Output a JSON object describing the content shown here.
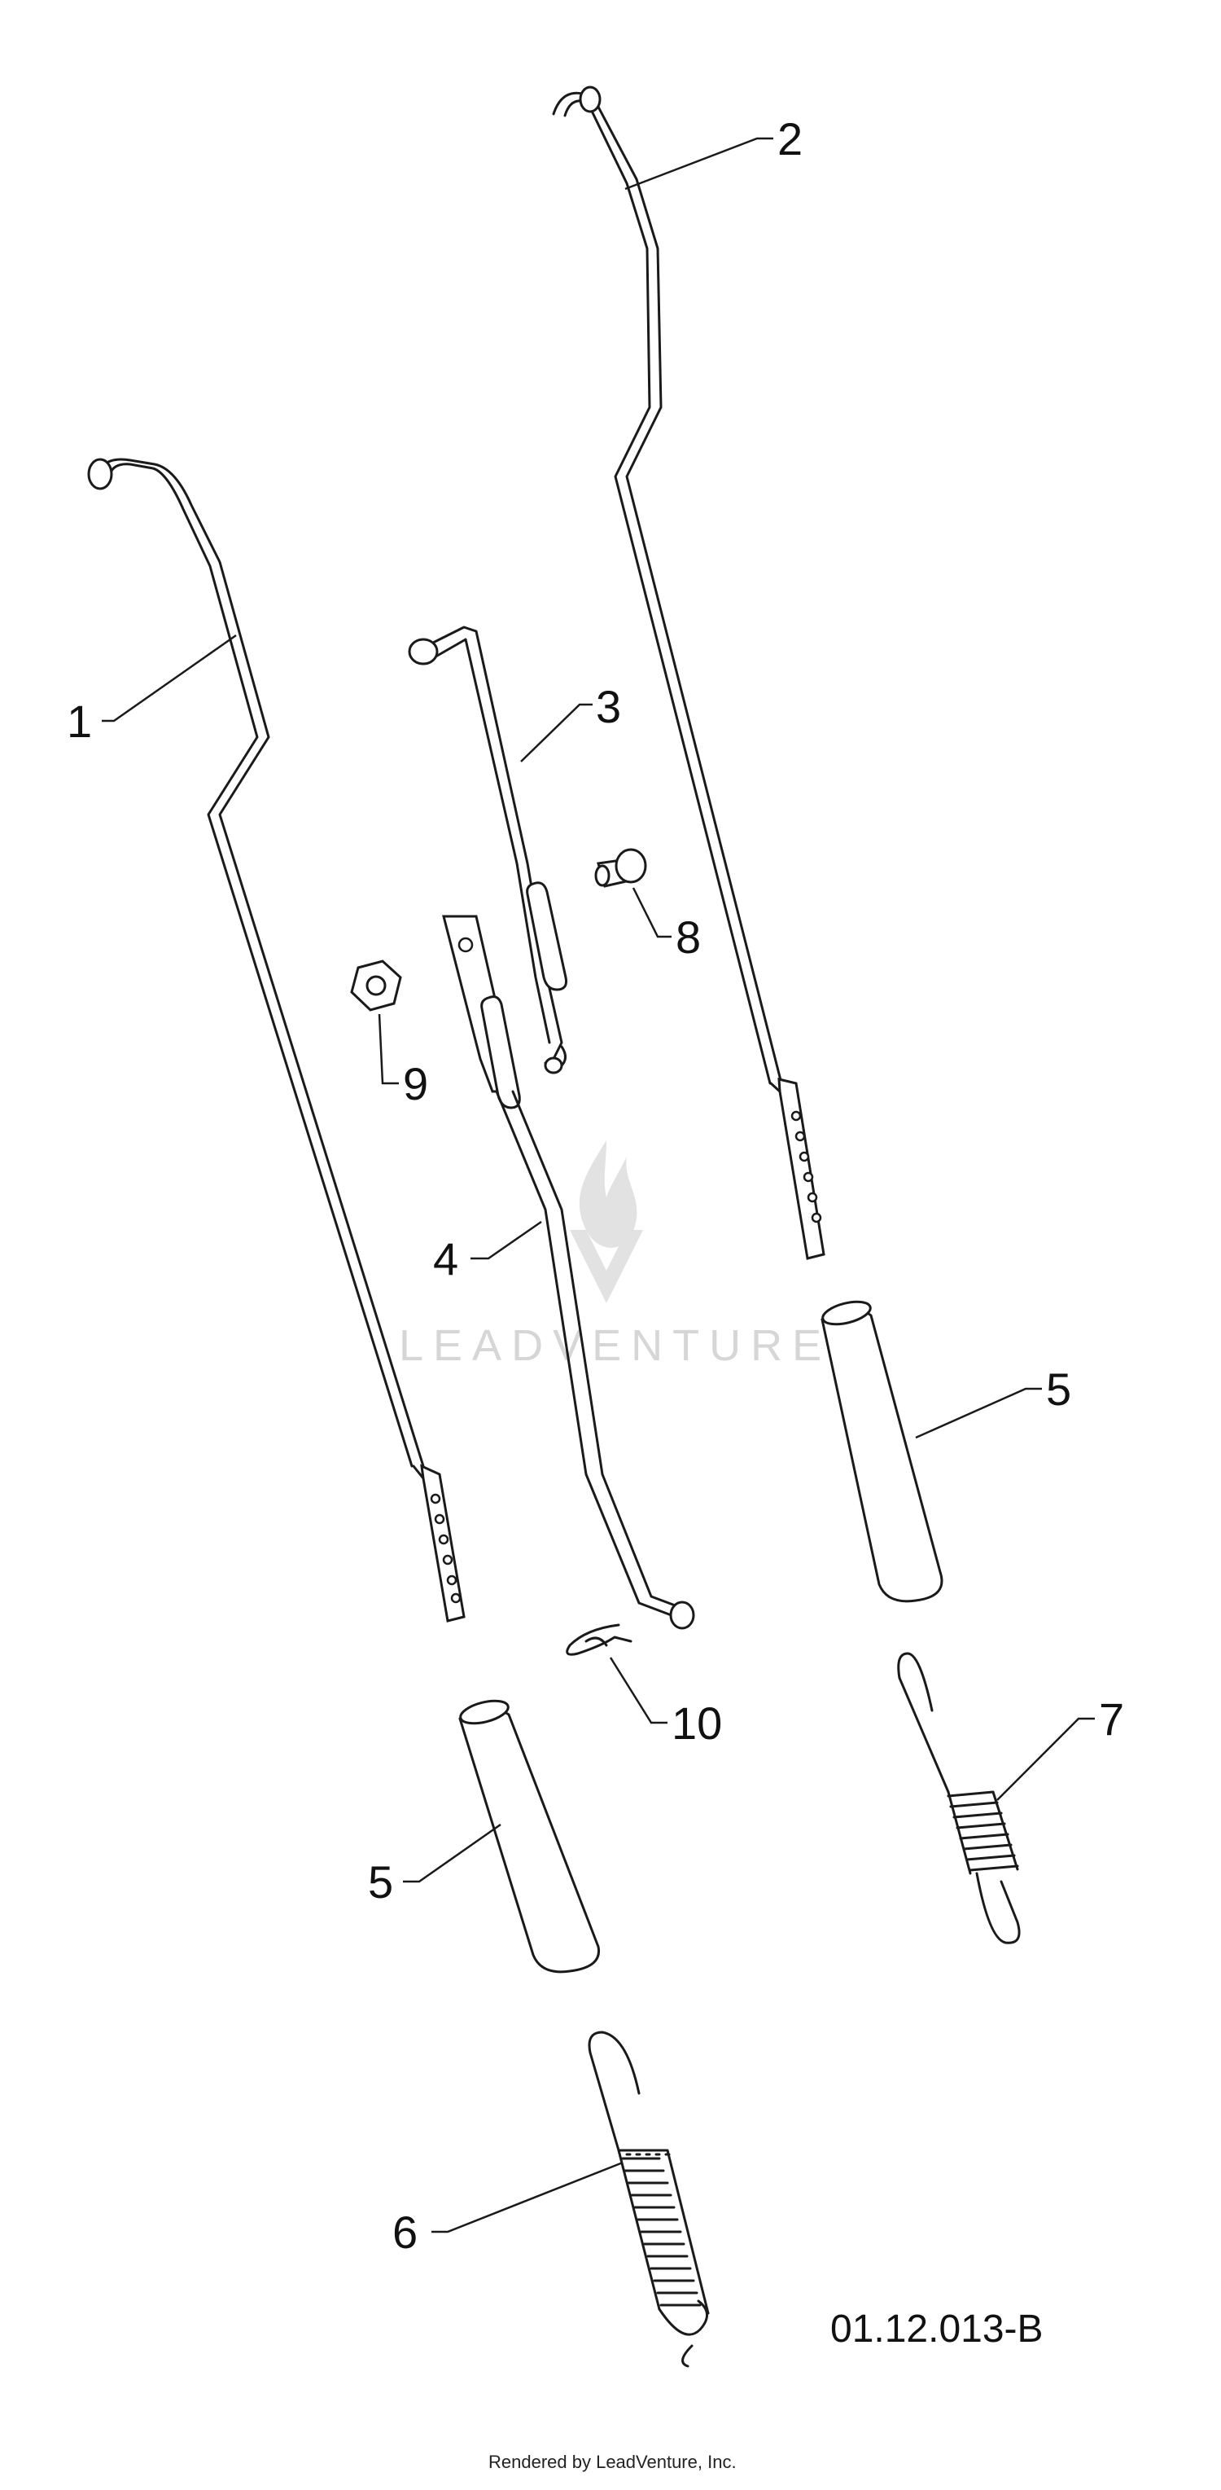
{
  "callouts": {
    "c1": "1",
    "c2": "2",
    "c3": "3",
    "c4": "4",
    "c5a": "5",
    "c5b": "5",
    "c6": "6",
    "c7": "7",
    "c8": "8",
    "c9": "9",
    "c10": "10"
  },
  "drawing_id": "01.12.013-B",
  "watermark": "LEADVENTURE",
  "credit": "Rendered by LeadVenture, Inc."
}
